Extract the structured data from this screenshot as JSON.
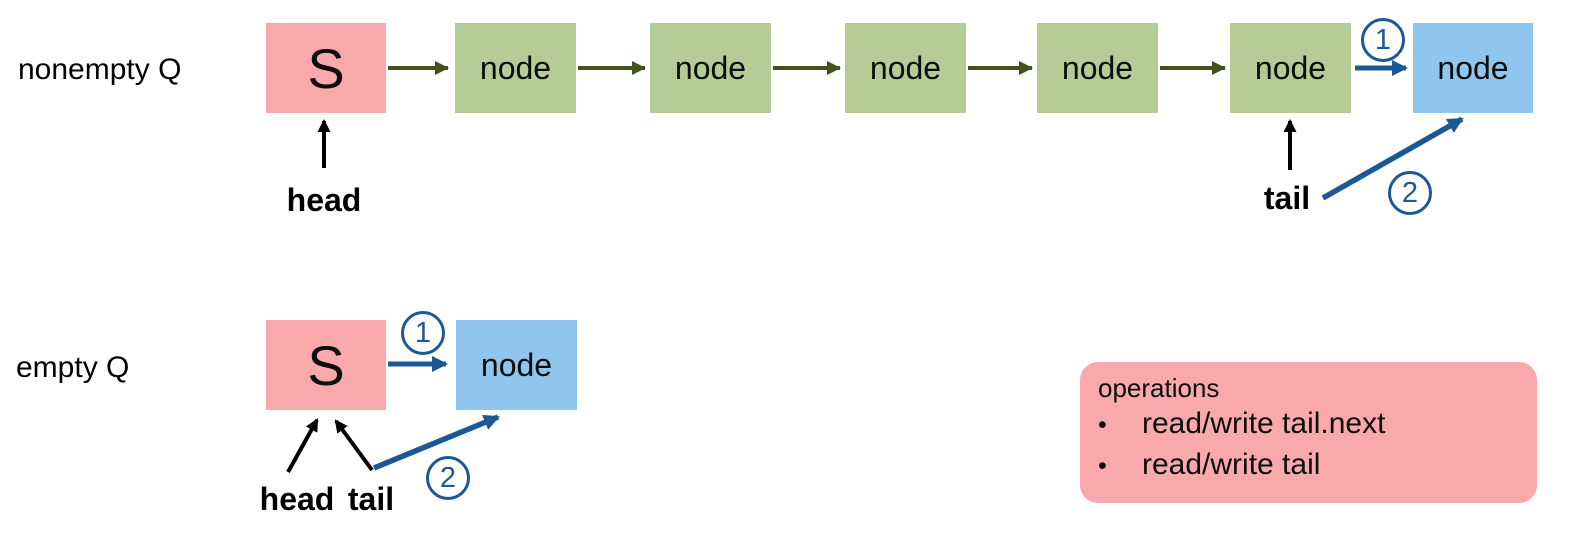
{
  "rows": {
    "nonempty": {
      "label": "nonempty Q",
      "sentinel": "S",
      "nodes": [
        "node",
        "node",
        "node",
        "node",
        "node"
      ],
      "new_node": "node",
      "head_label": "head",
      "tail_label": "tail",
      "step1": "1",
      "step2": "2"
    },
    "empty": {
      "label": "empty Q",
      "sentinel": "S",
      "new_node": "node",
      "head_label": "head",
      "tail_label": "tail",
      "step1": "1",
      "step2": "2"
    }
  },
  "operations_panel": {
    "title": "operations",
    "bullet": "•",
    "items": [
      "read/write tail.next",
      "read/write tail"
    ]
  },
  "colors": {
    "sentinel_fill": "#f9a8ab",
    "node_fill": "#b5cc96",
    "new_node_fill": "#90c6ee",
    "panel_fill": "#f9a8ab",
    "link_arrow": "#42511f",
    "step_arrow": "#1c5796",
    "pointer_arrow": "#000000",
    "text": "#0d0d0d"
  }
}
